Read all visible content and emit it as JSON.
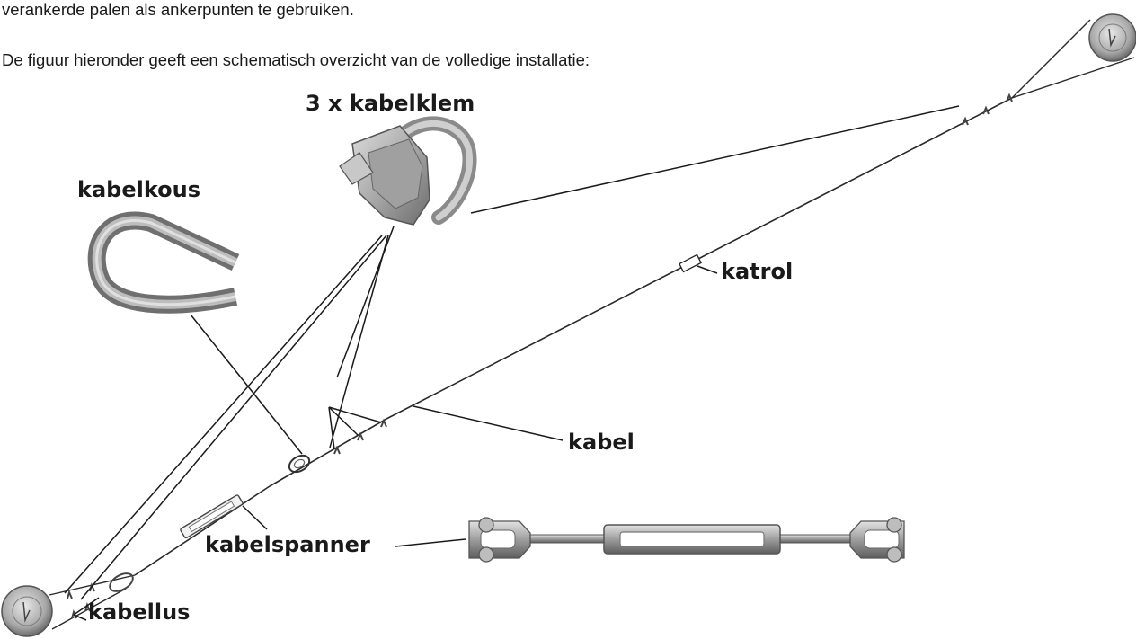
{
  "text": {
    "intro_line": "verankerde palen als ankerpunten te gebruiken.",
    "figure_caption": "De figuur hieronder geeft een schematisch overzicht van de volledige installatie:"
  },
  "labels": {
    "kabelklem": "3 x kabelklem",
    "kabelkous": "kabelkous",
    "katrol": "katrol",
    "kabel": "kabel",
    "kabelspanner": "kabelspanner",
    "kabellus": "kabellus"
  },
  "colors": {
    "line": "#1a1a1a",
    "metal_light": "#b5b5b5",
    "metal_dark": "#6e6e6e",
    "text": "#1a1a1a"
  }
}
